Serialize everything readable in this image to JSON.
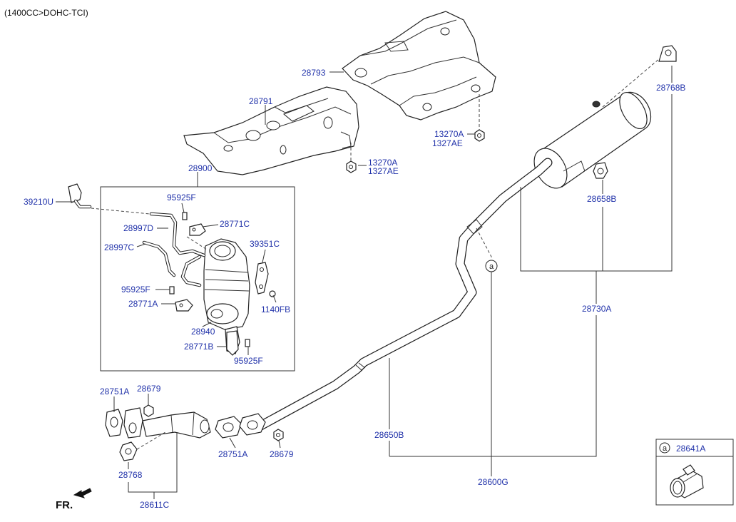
{
  "header": {
    "variant": "(1400CC>DOHC-TCI)"
  },
  "labels": {
    "p28793": "28793",
    "p28791": "28791",
    "p13270A_1": "13270A",
    "p1327AE_1": "1327AE",
    "p13270A_2": "13270A",
    "p1327AE_2": "1327AE",
    "p28768B": "28768B",
    "p28900": "28900",
    "p39210U": "39210U",
    "p95925F_1": "95925F",
    "p28997D": "28997D",
    "p28771C": "28771C",
    "p28997C": "28997C",
    "p39351C": "39351C",
    "p95925F_2": "95925F",
    "p1140FB": "1140FB",
    "p28771A": "28771A",
    "p28940": "28940",
    "p28771B": "28771B",
    "p95925F_3": "95925F",
    "p28658B": "28658B",
    "p28730A": "28730A",
    "p28650B": "28650B",
    "p28600G": "28600G",
    "p28751A_1": "28751A",
    "p28679_1": "28679",
    "p28768": "28768",
    "p28611C": "28611C",
    "p28751A_2": "28751A",
    "p28679_2": "28679",
    "p28641A": "28641A",
    "callout_a": "a",
    "callout_a_legend": "a",
    "direction": "FR."
  },
  "icons": {
    "front_arrow": "front-direction-arrow-icon",
    "callout": "callout-circle-icon"
  }
}
